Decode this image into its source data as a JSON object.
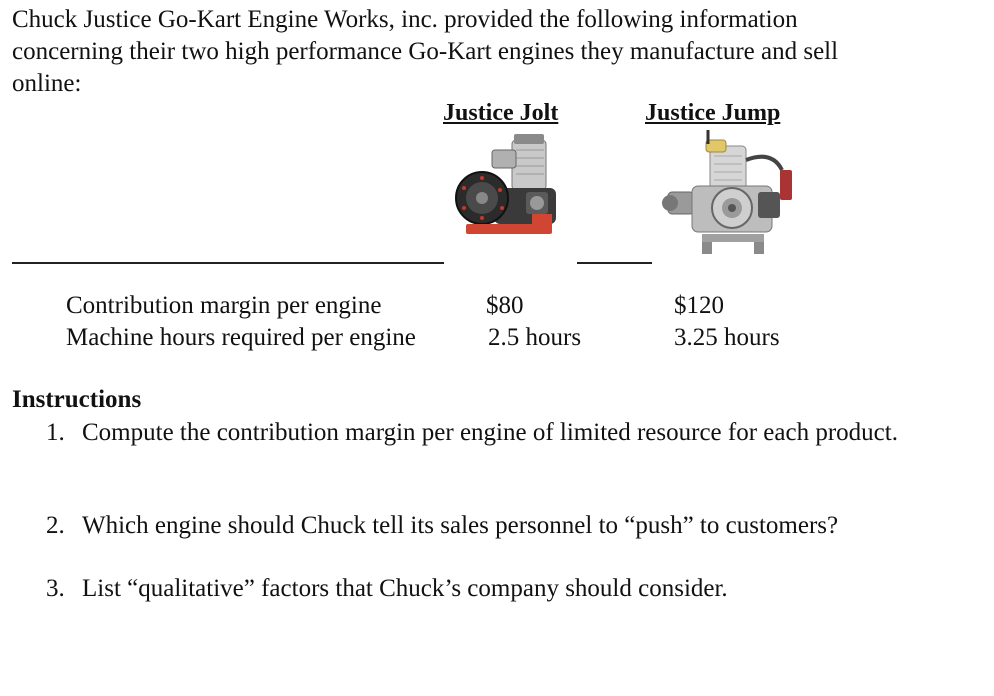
{
  "intro": {
    "line1": "Chuck Justice Go-Kart Engine Works, inc. provided the following information",
    "line2": "concerning their two high performance Go-Kart engines they manufacture and sell",
    "line3": "online:"
  },
  "columns": {
    "jolt": "Justice Jolt",
    "jump": "Justice Jump"
  },
  "images": {
    "jolt": "go-kart-engine-photo-jolt",
    "jump": "go-kart-engine-photo-jump"
  },
  "table": {
    "rows": [
      {
        "label": "Contribution margin per engine",
        "jolt": "$80",
        "jump": "$120"
      },
      {
        "label": "Machine hours required per engine",
        "jolt": "2.5 hours",
        "jump": "3.25 hours"
      }
    ]
  },
  "instructions": {
    "title": "Instructions",
    "items": [
      {
        "num": "1.",
        "text": "Compute the contribution margin per engine of limited resource for each product."
      },
      {
        "num": "2.",
        "text": "Which engine should Chuck tell its sales personnel to “push” to customers?"
      },
      {
        "num": "3.",
        "text": "List “qualitative” factors that Chuck’s company should consider."
      }
    ]
  }
}
